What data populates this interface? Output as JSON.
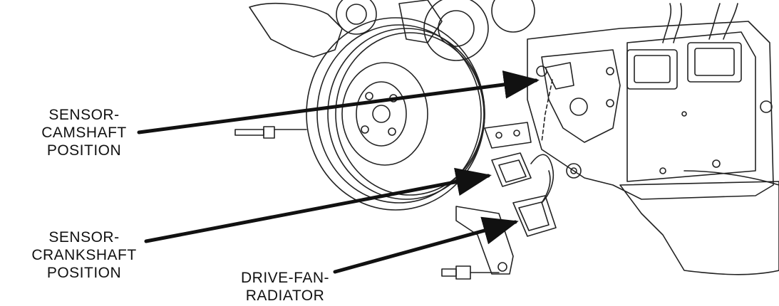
{
  "callouts": {
    "camshaft": [
      "SENSOR-",
      "CAMSHAFT",
      "POSITION"
    ],
    "crankshaft": [
      "SENSOR-",
      "CRANKSHAFT",
      "POSITION"
    ],
    "fan": [
      "DRIVE-FAN-",
      "RADIATOR"
    ]
  },
  "colors": {
    "line": "#111111",
    "background": "#ffffff"
  }
}
